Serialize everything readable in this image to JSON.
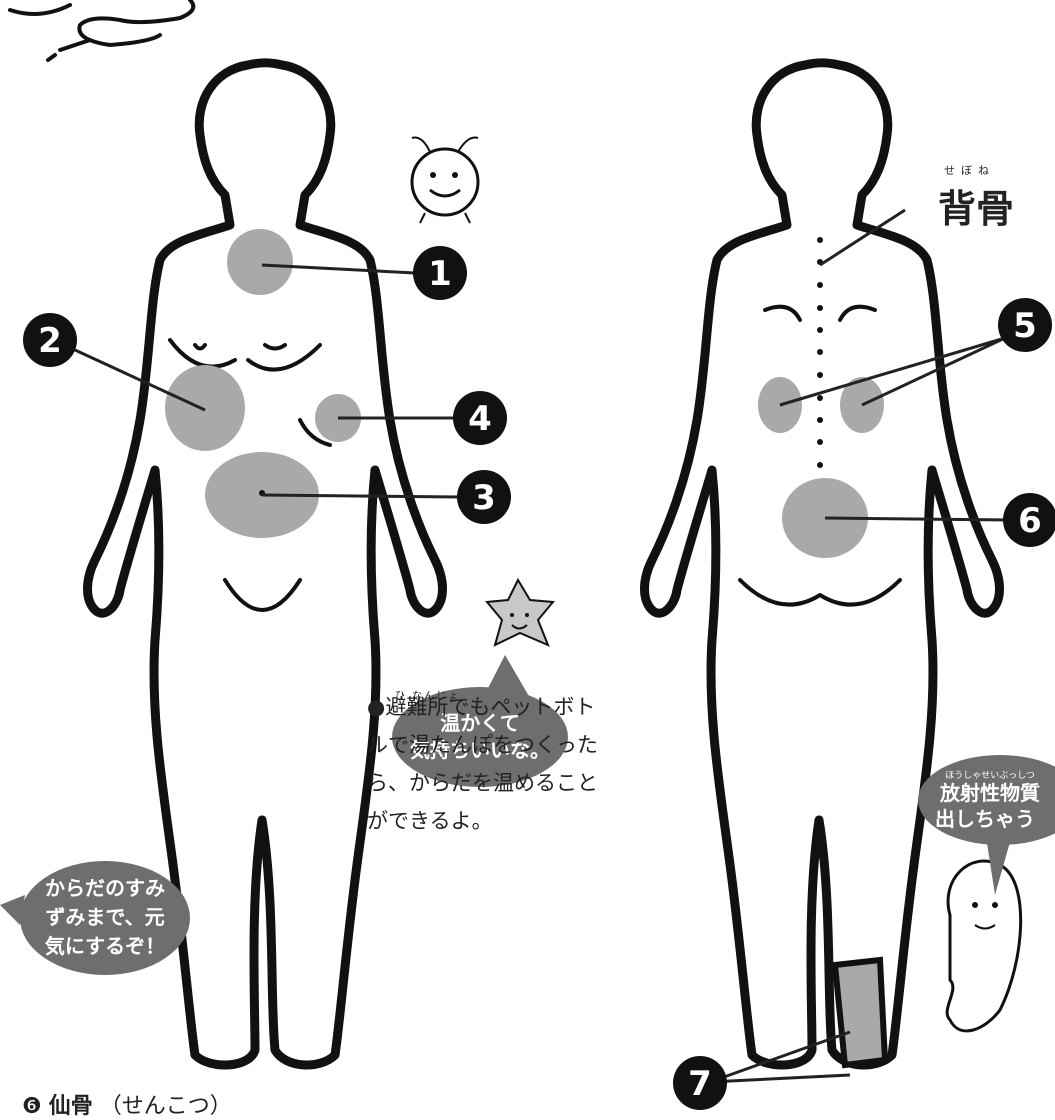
{
  "labels": {
    "spine": "背骨",
    "spine_ruby": "せぼね",
    "numbers": [
      "1",
      "2",
      "3",
      "4",
      "5",
      "6",
      "7"
    ]
  },
  "bubbles": {
    "warm": {
      "line1": "温かくて",
      "line2": "気持ちいいな。"
    },
    "body": {
      "line1": "からだのすみ",
      "line2": "ずみまで、元",
      "line3": "気にするぞ！"
    },
    "radiation": {
      "line1": "放射性物質",
      "line2": "出しちゃう",
      "ruby": "ほうしゃせいぶっしつ"
    }
  },
  "note": {
    "ruby": "ひ なんじょ",
    "line1": "●避難所でもペットボト",
    "line2": "ルで湯たんぽをつくった",
    "line3": "ら、からだを温めること",
    "line4": "ができるよ。"
  },
  "bottom": {
    "prefix": "❻",
    "term": "仙骨",
    "reading": "（せんこつ）"
  },
  "colors": {
    "spot": "#a9a9a9",
    "bubble": "#6e6e6e",
    "line": "#111111"
  }
}
